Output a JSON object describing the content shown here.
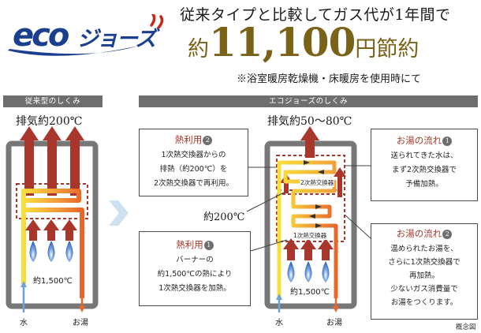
{
  "logo": {
    "text": "ecoジョーズ"
  },
  "headline": {
    "line1": "従来タイプと比較してガス代が1年間で",
    "prefix": "約",
    "amount": "11,100",
    "suffix": "円節約",
    "note": "※浴室暖房乾燥機・床暖房を使用時にて"
  },
  "left_panel": {
    "title": "従来型のしくみ",
    "exhaust": "排気約200℃",
    "burner_temp": "約1,500℃",
    "water_in": "水",
    "hot_out": "お湯"
  },
  "right_panel": {
    "title": "エコジョーズのしくみ",
    "exhaust": "排気約50～80℃",
    "mid_temp": "約200℃",
    "burner_temp": "約1,500℃",
    "hx2_label": "2次熱交換器",
    "hx1_label": "1次熱交換器",
    "water_in": "水",
    "hot_out": "お湯"
  },
  "callouts": {
    "heat2": {
      "title": "熱利用",
      "num": "2",
      "lines": [
        "1次熱交換器からの",
        "排熱（約200℃）を",
        "2次熱交換器で再利用。"
      ]
    },
    "heat1": {
      "title": "熱利用",
      "num": "1",
      "lines": [
        "バーナーの",
        "約1,500℃の熱により",
        "1次熱交換器を加熱。"
      ]
    },
    "flow1": {
      "title": "お湯の流れ",
      "num": "1",
      "lines": [
        "送られてきた水は、",
        "まず2次熱交換器で",
        "予備加熱。"
      ]
    },
    "flow2": {
      "title": "お湯の流れ",
      "num": "2",
      "lines": [
        "温められたお湯を、",
        "さらに1次熱交換器で",
        "再加熱。",
        "少ないガス消費量で",
        "お湯をつくります。"
      ]
    }
  },
  "footnote": "概念図",
  "colors": {
    "brand_blue": "#1b3f8f",
    "brand_red": "#c8261d",
    "gold": "#7a6218",
    "exhaust": "#a8362b",
    "bar_gray": "#6e6e6e"
  }
}
